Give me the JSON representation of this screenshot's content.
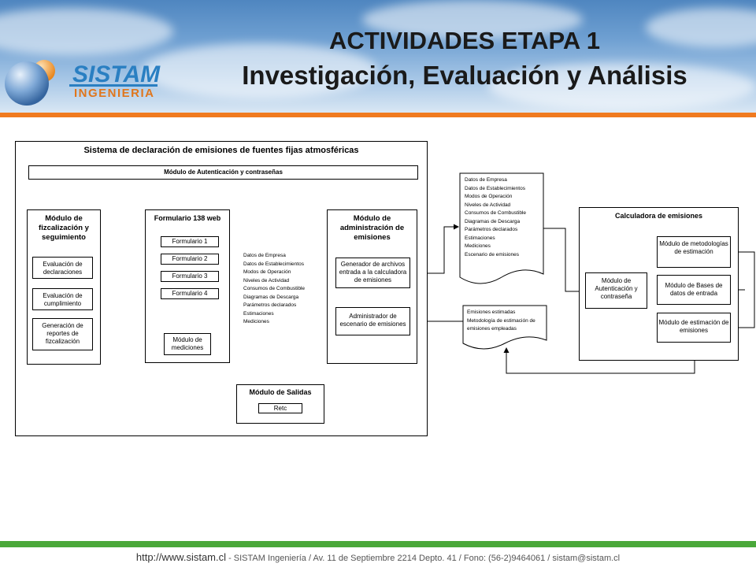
{
  "header": {
    "logo_name": "SISTAM",
    "logo_sub": "INGENIERIA",
    "title_line1": "ACTIVIDADES ETAPA 1",
    "title_line2": "Investigación, Evaluación y Análisis"
  },
  "diagram": {
    "system_title": "Sistema de declaración de emisiones de fuentes fijas atmosféricas",
    "auth_module": "Módulo de Autenticación y contraseñas",
    "fiscal": {
      "title": "Módulo de fizcalización y seguimiento",
      "items": [
        "Evaluación de declaraciones",
        "Evaluación de cumplimiento",
        "Generación de reportes de fizcalización"
      ]
    },
    "form": {
      "title": "Formulario 138 web",
      "items": [
        "Formulario 1",
        "Formulario 2",
        "Formulario 3",
        "Formulario 4"
      ],
      "mediciones": "Módulo de mediciones"
    },
    "arrow_list": [
      "Datos de Empresa",
      "Datos de Establecimientos",
      "Modos de Operación",
      "Niveles de Actividad",
      "Consumos de Combustible",
      "Diagramas de Descarga",
      "Parámetros declarados",
      "Estimaciones",
      "Mediciones"
    ],
    "admin": {
      "title": "Módulo de administración de emisiones",
      "generator": "Generador de archivos entrada a la calculadora de emisiones",
      "scenario": "Administrador de escenario de emisiones"
    },
    "outputs": {
      "title": "Módulo de Salidas",
      "item": "Retc"
    },
    "doc_list": [
      "Datos de Empresa",
      "Datos de Establecimientos",
      "Modos de Operación",
      "Niveles de Actividad",
      "Consumos de Combustible",
      "Diagramas de Descarga",
      "Parámetros declarados",
      "Estimaciones",
      "Mediciones",
      "Escenario de emisiones"
    ],
    "doc2_list": [
      "Emisiones estimadas",
      "Metodología de estimación de emisiones empleadas"
    ],
    "calculator": {
      "title": "Calculadora de emisiones",
      "auth": "Módulo de Autenticación y contraseña",
      "methods": "Módulo de metodologías de estimación",
      "databases": "Módulo de Bases de datos de entrada",
      "estimation": "Módulo de estimación de emisiones"
    }
  },
  "footer": {
    "url": "http://www.sistam.cl",
    "text": " - SISTAM Ingeniería / Av. 11 de Septiembre 2214 Depto. 41 / Fono: (56-2)9464061 / sistam@sistam.cl"
  }
}
